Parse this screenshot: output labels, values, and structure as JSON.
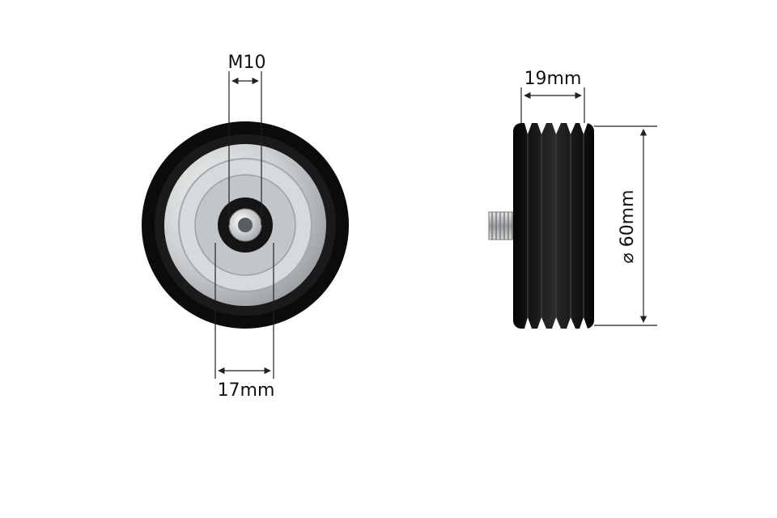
{
  "dimensions": {
    "thread": "M10",
    "hub_width": "17mm",
    "pulley_width": "19mm",
    "diameter": "⌀ 60mm"
  },
  "colors": {
    "background": "#ffffff",
    "rubber": "#0b0b0b",
    "metal": "#c9ccce",
    "line": "#222222"
  },
  "front_view": {
    "icon": "pulley-front-icon"
  },
  "side_view": {
    "icon": "pulley-side-icon"
  }
}
